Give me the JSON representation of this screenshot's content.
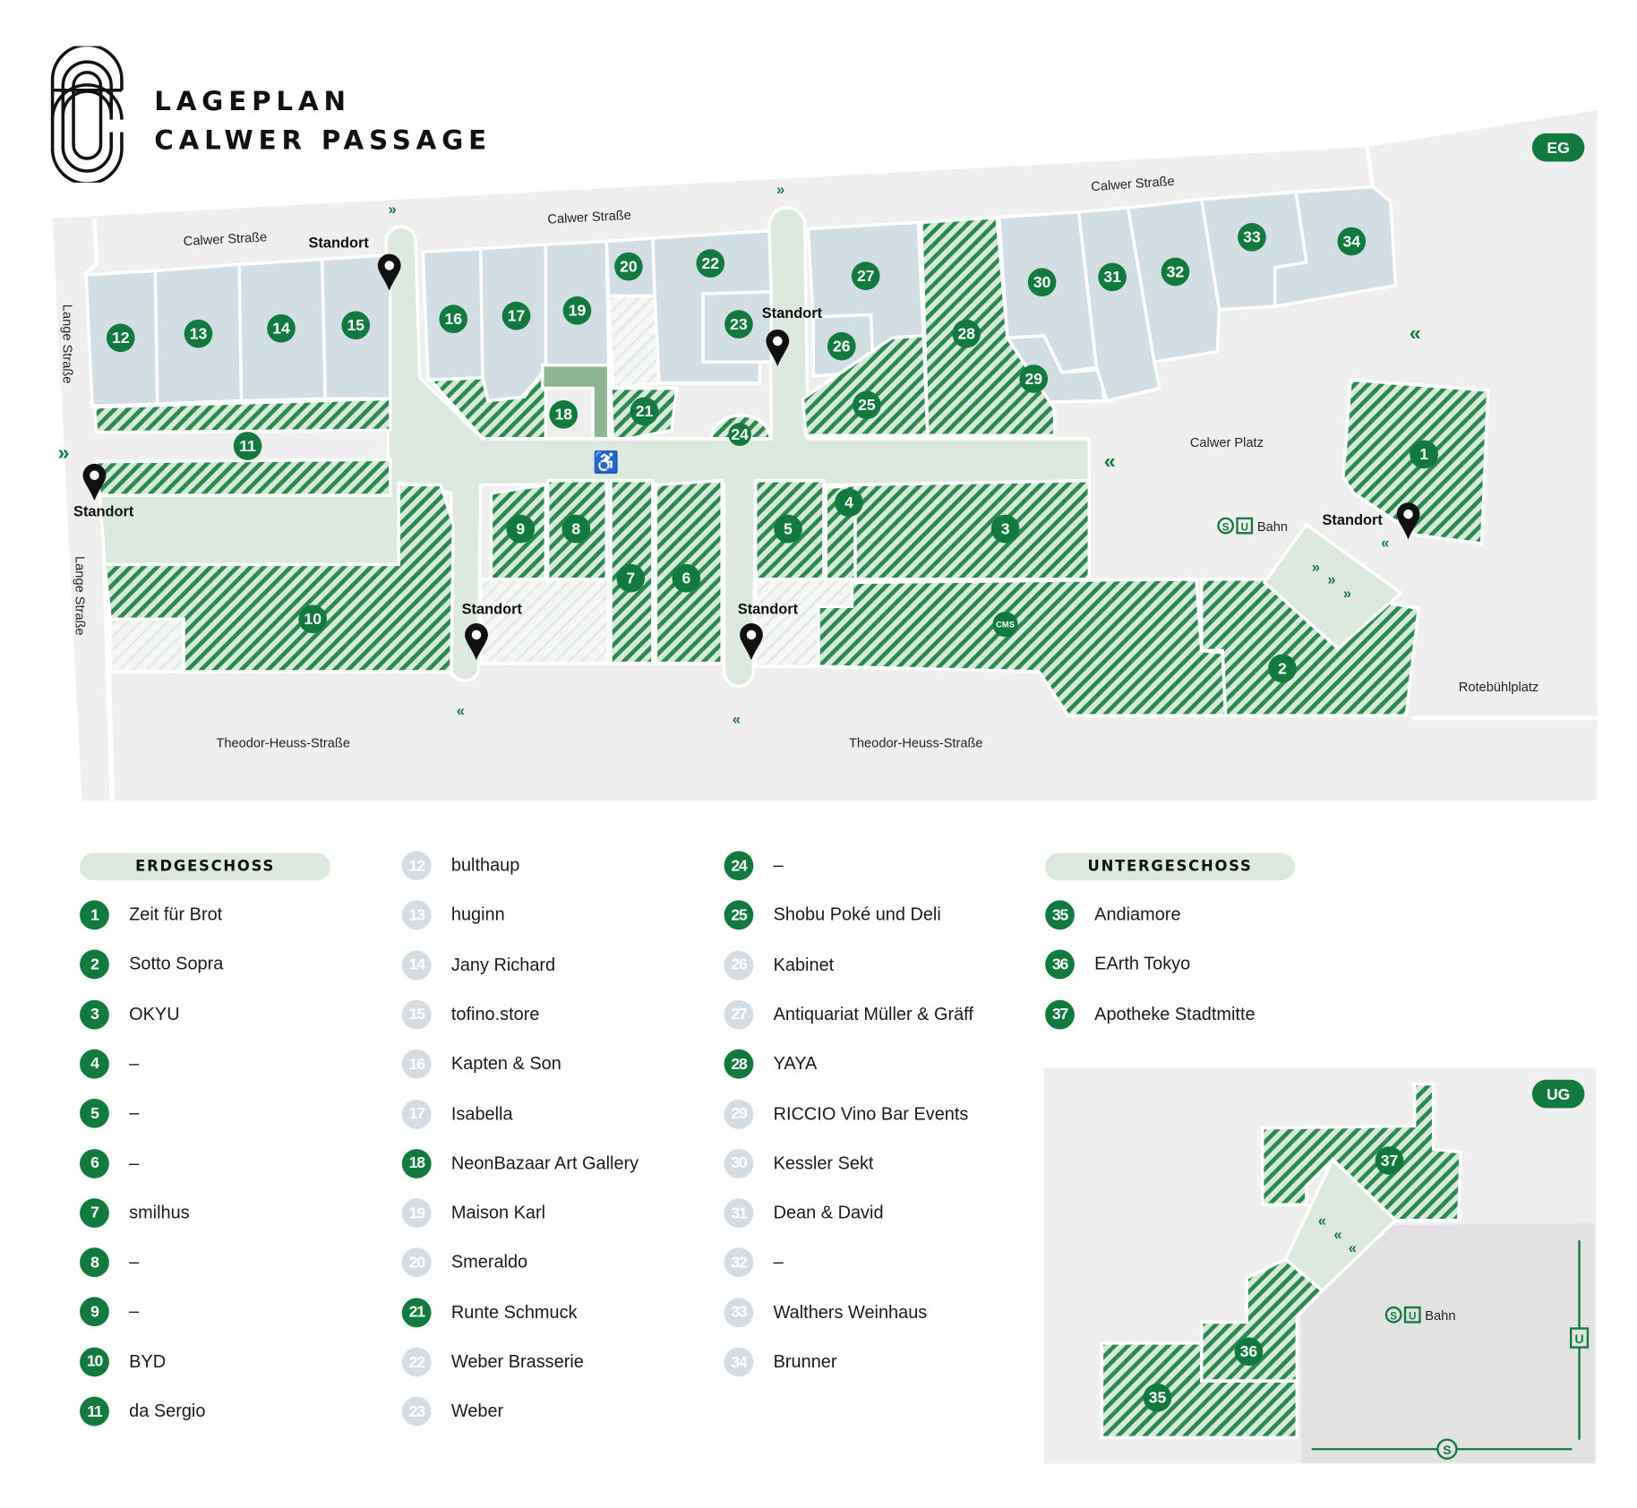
{
  "header": {
    "title_line1": "LAGEPLAN",
    "title_line2": "CALWER PASSAGE"
  },
  "colors": {
    "accent": "#137a3f",
    "inactive_shop": "#d2dde4",
    "passage": "#dde8df",
    "street": "#efefef"
  },
  "map": {
    "level_badge": "EG",
    "streets": {
      "calwer_strasse": "Calwer Straße",
      "lange_strasse": "Lange Straße",
      "theodor_heuss_strasse": "Theodor-Heuss-Straße",
      "calwer_platz": "Calwer Platz",
      "rotebuehlplatz": "Rotebühlplatz"
    },
    "standort_label": "Standort",
    "bahn_label": "Bahn",
    "s_icon": "S",
    "u_icon": "U",
    "cms_label": "CMS"
  },
  "legend": {
    "ground_floor_title": "ERDGESCHOSS",
    "basement_title": "UNTERGESCHOSS",
    "shops": [
      {
        "num": "1",
        "name": "Zeit für Brot",
        "active": true
      },
      {
        "num": "2",
        "name": "Sotto Sopra",
        "active": true
      },
      {
        "num": "3",
        "name": "OKYU",
        "active": true
      },
      {
        "num": "4",
        "name": "–",
        "active": true
      },
      {
        "num": "5",
        "name": "–",
        "active": true
      },
      {
        "num": "6",
        "name": "–",
        "active": true
      },
      {
        "num": "7",
        "name": "smilhus",
        "active": true
      },
      {
        "num": "8",
        "name": "–",
        "active": true
      },
      {
        "num": "9",
        "name": "–",
        "active": true
      },
      {
        "num": "10",
        "name": "BYD",
        "active": true
      },
      {
        "num": "11",
        "name": "da Sergio",
        "active": true
      },
      {
        "num": "12",
        "name": "bulthaup",
        "active": false
      },
      {
        "num": "13",
        "name": "huginn",
        "active": false
      },
      {
        "num": "14",
        "name": "Jany Richard",
        "active": false
      },
      {
        "num": "15",
        "name": "tofino.store",
        "active": false
      },
      {
        "num": "16",
        "name": "Kapten & Son",
        "active": false
      },
      {
        "num": "17",
        "name": "Isabella",
        "active": false
      },
      {
        "num": "18",
        "name": "NeonBazaar Art Gallery",
        "active": true
      },
      {
        "num": "19",
        "name": "Maison Karl",
        "active": false
      },
      {
        "num": "20",
        "name": "Smeraldo",
        "active": false
      },
      {
        "num": "21",
        "name": "Runte Schmuck",
        "active": true
      },
      {
        "num": "22",
        "name": "Weber Brasserie",
        "active": false
      },
      {
        "num": "23",
        "name": "Weber",
        "active": false
      },
      {
        "num": "24",
        "name": "–",
        "active": true
      },
      {
        "num": "25",
        "name": "Shobu Poké und Deli",
        "active": true
      },
      {
        "num": "26",
        "name": "Kabinet",
        "active": false
      },
      {
        "num": "27",
        "name": "Antiquariat Müller & Gräff",
        "active": false
      },
      {
        "num": "28",
        "name": "YAYA",
        "active": true
      },
      {
        "num": "29",
        "name": "RICCIO Vino Bar Events",
        "active": false
      },
      {
        "num": "30",
        "name": "Kessler Sekt",
        "active": false
      },
      {
        "num": "31",
        "name": "Dean & David",
        "active": false
      },
      {
        "num": "32",
        "name": "–",
        "active": false
      },
      {
        "num": "33",
        "name": "Walthers Weinhaus",
        "active": false
      },
      {
        "num": "34",
        "name": "Brunner",
        "active": false
      },
      {
        "num": "35",
        "name": "Andiamore",
        "active": true
      },
      {
        "num": "36",
        "name": "EArth Tokyo",
        "active": true
      },
      {
        "num": "37",
        "name": "Apotheke Stadtmitte",
        "active": true
      }
    ]
  },
  "ug_map": {
    "level_badge": "UG",
    "bahn_label": "Bahn",
    "s_icon": "S",
    "u_icon": "U"
  }
}
